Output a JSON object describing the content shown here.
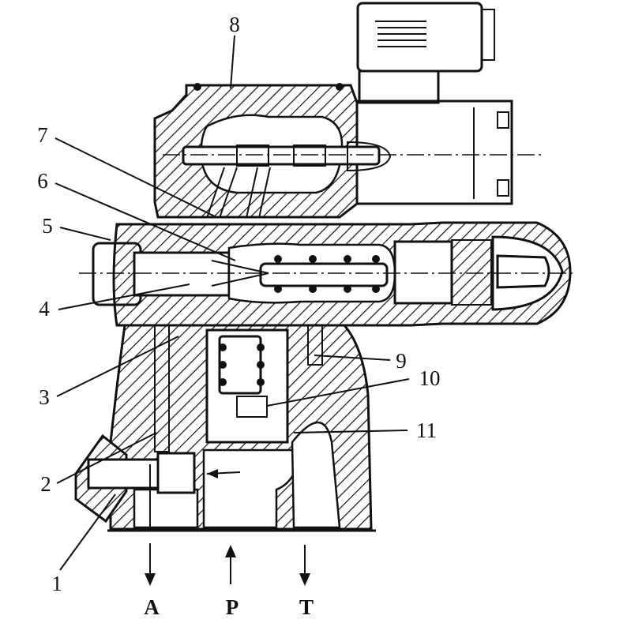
{
  "callouts": {
    "c1": "1",
    "c2": "2",
    "c3": "3",
    "c4": "4",
    "c5": "5",
    "c6": "6",
    "c7": "7",
    "c8": "8",
    "c9": "9",
    "c10": "10",
    "c11": "11"
  },
  "ports": {
    "a": "A",
    "p": "P",
    "t": "T"
  }
}
